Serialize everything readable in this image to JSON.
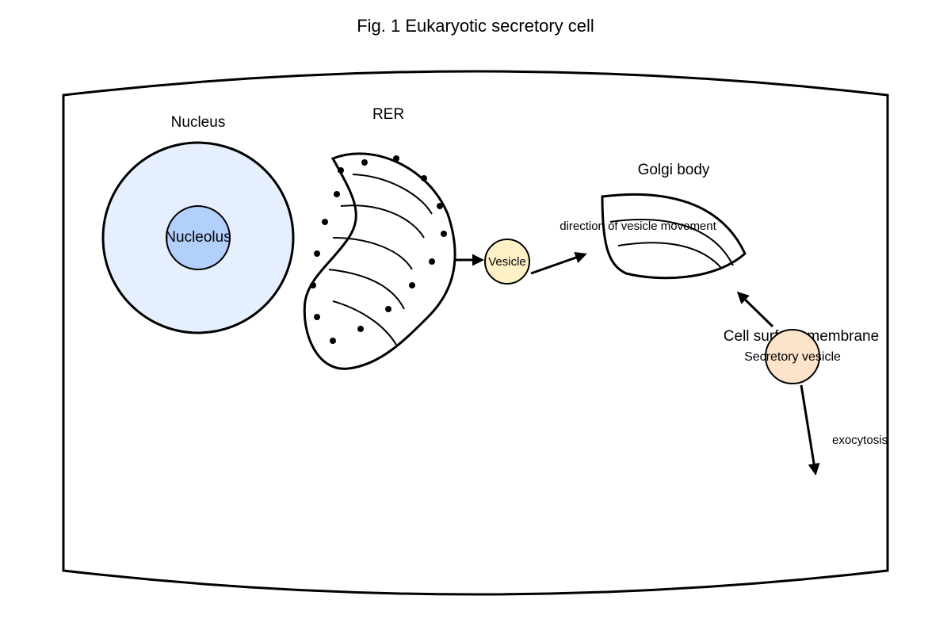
{
  "title": "Fig. 1 Eukaryotic secretory cell",
  "labels": {
    "nucleus": "Nucleus",
    "nucleolus": "Nucleolus",
    "rer": "RER",
    "vesicle": "Vesicle",
    "golgi": "Golgi body",
    "direction": "direction of vesicle movement",
    "cell_surface_membrane": "Cell surface membrane",
    "secretory_vesicle": "Secretory vesicle",
    "exocytosis": "exocytosis"
  },
  "colors": {
    "nucleus_fill": "#e6effd",
    "nucleolus_fill": "#b3cffb",
    "vesicle_fill": "#fff0c8",
    "secretory_vesicle_fill": "#fde3c9",
    "stroke": "#000000"
  }
}
